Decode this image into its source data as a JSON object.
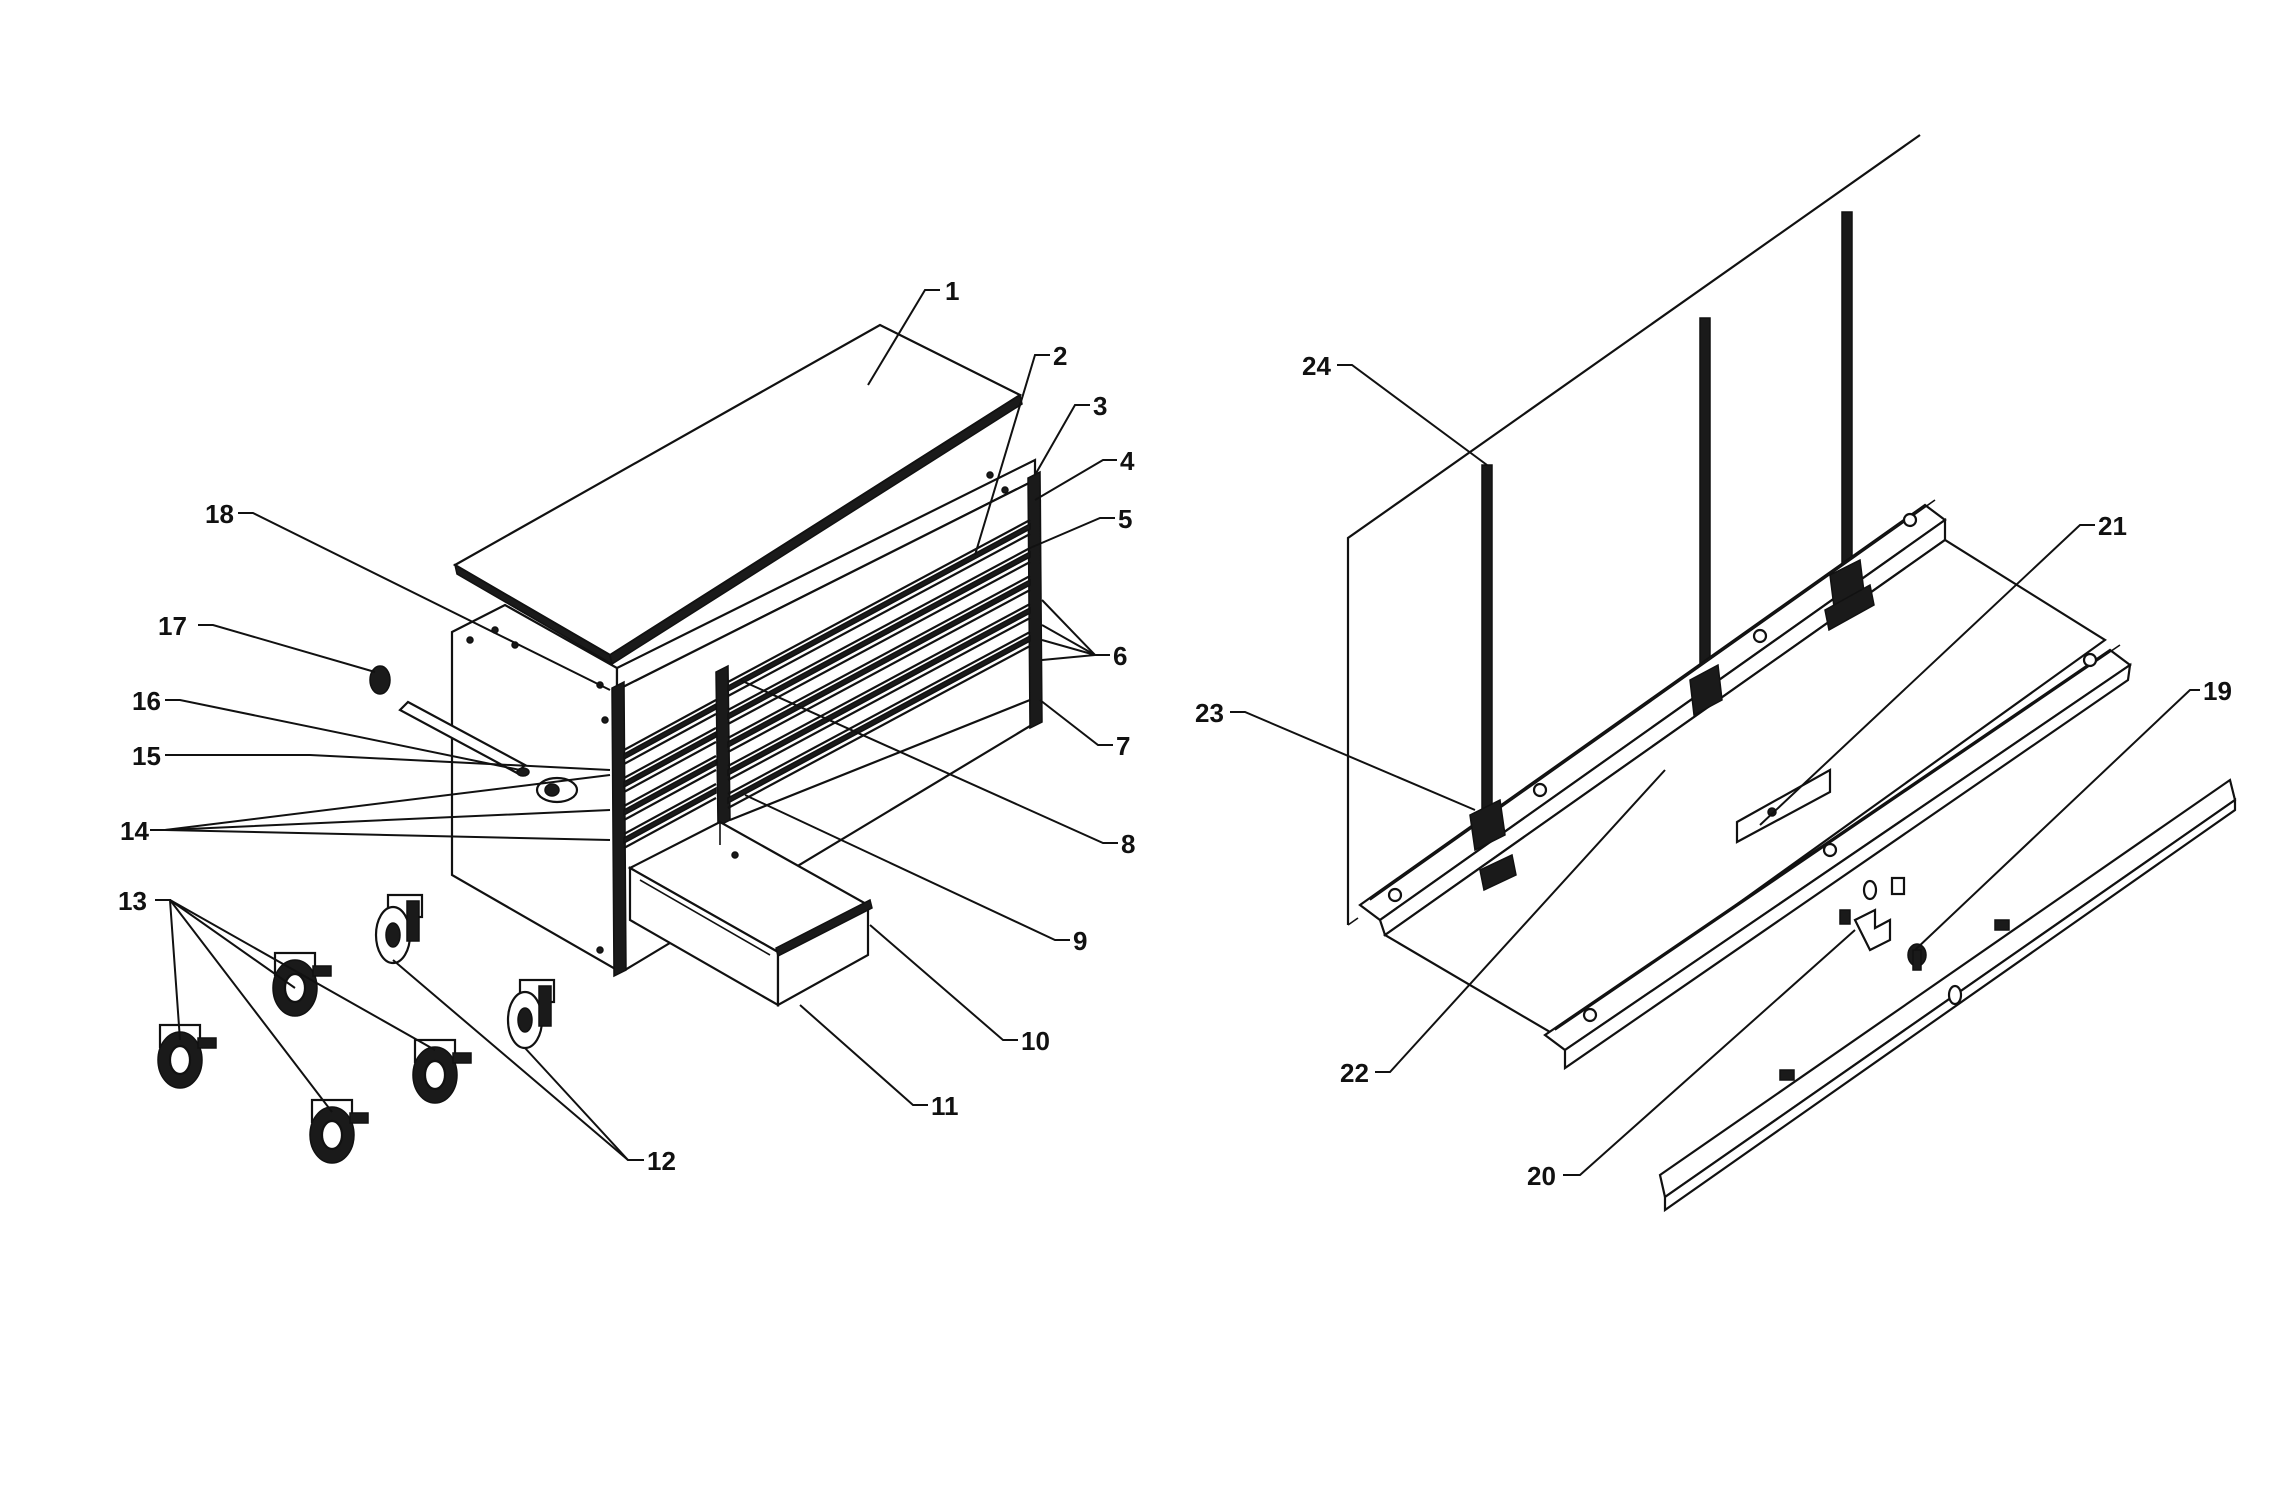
{
  "callouts": {
    "c1": "1",
    "c2": "2",
    "c3": "3",
    "c4": "4",
    "c5": "5",
    "c6": "6",
    "c7": "7",
    "c8": "8",
    "c9": "9",
    "c10": "10",
    "c11": "11",
    "c12": "12",
    "c13": "13",
    "c14": "14",
    "c15": "15",
    "c16": "16",
    "c17": "17",
    "c18": "18",
    "c19": "19",
    "c20": "20",
    "c21": "21",
    "c22": "22",
    "c23": "23",
    "c24": "24"
  },
  "colors": {
    "line": "#111111",
    "background": "#ffffff"
  }
}
